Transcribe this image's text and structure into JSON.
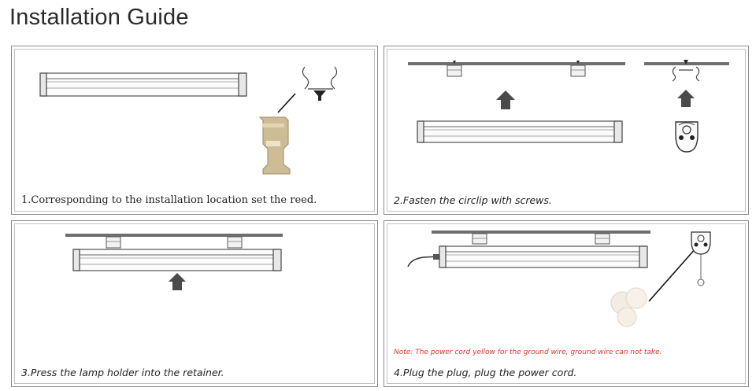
{
  "title": "Installation Guide",
  "steps": [
    {
      "caption": "1.Corresponding to the installation location set the reed."
    },
    {
      "caption": "2.Fasten the circlip with screws."
    },
    {
      "caption": "3.Press the lamp holder into the retainer."
    },
    {
      "caption": "4.Plug the plug, plug the power cord.",
      "note": "Note: The power cord yellow for the ground wire, ground wire can not take."
    }
  ],
  "colors": {
    "note": "#d43a2f",
    "frame": "#8c8c8c",
    "arrow": "#4a4a4a",
    "clip": "#c8b890"
  }
}
